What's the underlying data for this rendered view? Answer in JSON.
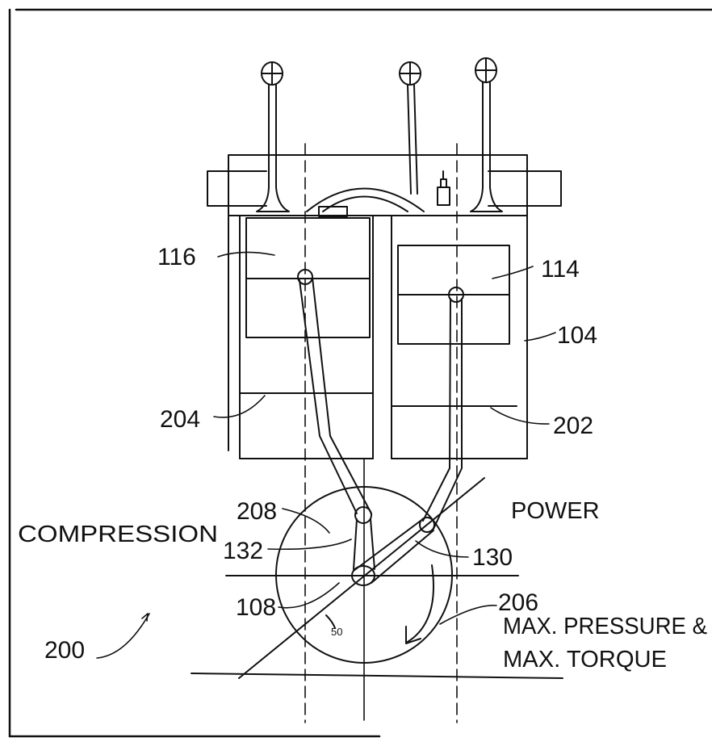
{
  "figure": {
    "labels": {
      "l116": "116",
      "l114": "114",
      "l104": "104",
      "l204": "204",
      "l202": "202",
      "l208": "208",
      "l132": "132",
      "l130": "130",
      "l108": "108",
      "l206": "206",
      "l50": "50",
      "l200": "200"
    },
    "captions": {
      "compression": "COMPRESSION",
      "power": "POWER",
      "max_pressure": "MAX. PRESSURE &",
      "max_torque": "MAX. TORQUE"
    }
  }
}
